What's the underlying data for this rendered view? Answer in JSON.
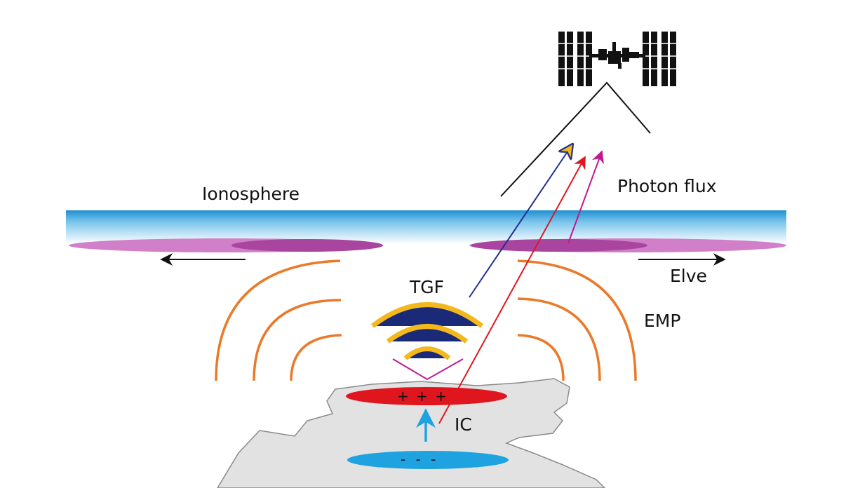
{
  "labels": {
    "ionosphere": "Ionosphere",
    "photon_flux": "Photon flux",
    "elve": "Elve",
    "tgf": "TGF",
    "emp": "EMP",
    "ic": "IC",
    "positive_signs": "+ + +",
    "negative_signs": "- - -"
  },
  "icons": {
    "satellite": "space-station-icon"
  },
  "colors": {
    "ionosphere_blue": "#1e90d0",
    "elve_pink": "#d17fc8",
    "elve_core": "#a9449f",
    "emp_orange": "#ea7a2a",
    "tgf_navy": "#1b2a78",
    "tgf_gold": "#f3b81c",
    "positive_charge": "#e0161f",
    "negative_charge": "#1ea3e0",
    "cloud_gray": "#e2e2e2",
    "magenta_ray": "#c2188f",
    "red_ray": "#e0161f",
    "blue_ray": "#23308f"
  }
}
